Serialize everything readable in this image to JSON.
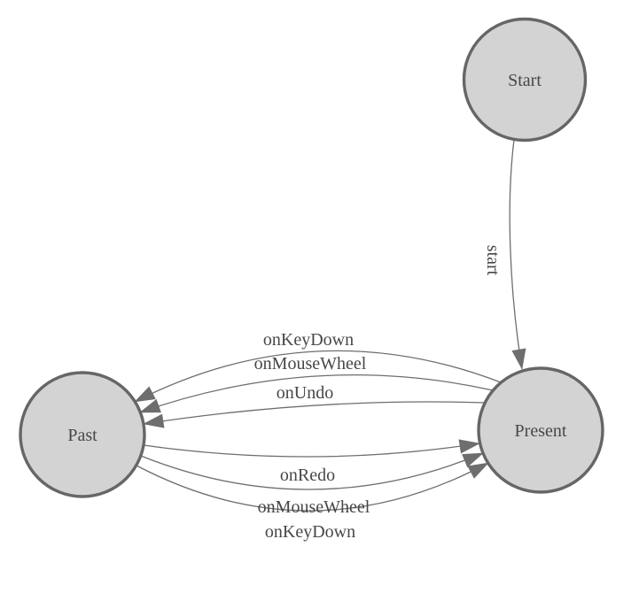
{
  "colors": {
    "node_fill": "#d3d3d3",
    "node_stroke": "#666666",
    "edge_color": "#6e6e6e",
    "text_color": "#474747",
    "background": "#ffffff"
  },
  "nodes": {
    "start": {
      "label": "Start"
    },
    "past": {
      "label": "Past"
    },
    "present": {
      "label": "Present"
    }
  },
  "edges": [
    {
      "from": "Start",
      "to": "Present",
      "label": "start"
    },
    {
      "from": "Present",
      "to": "Past",
      "label": "onKeyDown"
    },
    {
      "from": "Present",
      "to": "Past",
      "label": "onMouseWheel"
    },
    {
      "from": "Present",
      "to": "Past",
      "label": "onUndo"
    },
    {
      "from": "Past",
      "to": "Present",
      "label": "onRedo"
    },
    {
      "from": "Past",
      "to": "Present",
      "label": "onMouseWheel"
    },
    {
      "from": "Past",
      "to": "Present",
      "label": "onKeyDown"
    }
  ]
}
